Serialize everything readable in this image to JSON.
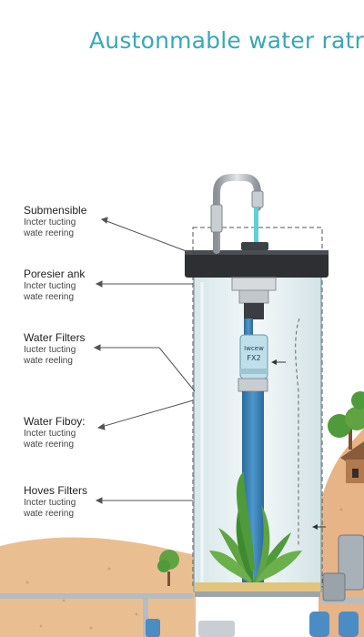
{
  "title": "Austonmable water ratr",
  "labels": [
    {
      "heading": "Submensible",
      "line1": "Incter tucting",
      "line2": "wate reering"
    },
    {
      "heading": "Poresier ank",
      "line1": "Incter tucting",
      "line2": "wate reering"
    },
    {
      "heading": "Water Filters",
      "line1": "Iucter tucting",
      "line2": "wate reeling"
    },
    {
      "heading": "Water Fiboy:",
      "line1": "Incter tucting",
      "line2": "wate reering"
    },
    {
      "heading": "Hoves Filters",
      "line1": "Incter tucting",
      "line2": "wate reering"
    }
  ],
  "filter_cartridge_text": [
    "Iwcew",
    "FX2"
  ],
  "colors": {
    "title": "#3ba7b6",
    "water_pipe": "#3b82b8",
    "tank_cap": "#2d2f33",
    "soil": "#e6b888",
    "plant": "#4f9a3a"
  }
}
